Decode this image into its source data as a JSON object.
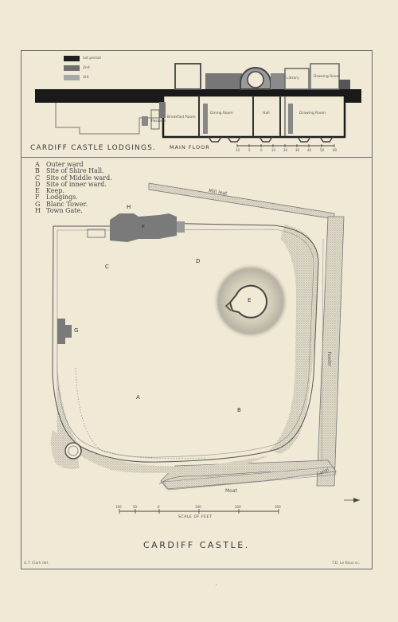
{
  "lodgings": {
    "title": "CARDIFF CASTLE LODGINGS.",
    "floor_label": "MAIN FLOOR",
    "key": [
      "1st period",
      "2nd",
      "3rd"
    ],
    "rooms": {
      "library": "Library",
      "drawing_room_upper": "Drawing Room",
      "breakfast_room": "Breakfast Room",
      "dining_room": "Dining Room",
      "hall": "Hall",
      "drawing_room": "Drawing Room",
      "passage": "Passage"
    },
    "scale_ticks": [
      "10",
      "5",
      "0",
      "10",
      "20",
      "30",
      "40",
      "50",
      "60"
    ]
  },
  "legend": [
    {
      "key": "A",
      "label": "Outer ward"
    },
    {
      "key": "B",
      "label": "Site of Shire Hall."
    },
    {
      "key": "C",
      "label": "Site of Middle ward."
    },
    {
      "key": "D",
      "label": "Site of inner ward."
    },
    {
      "key": "E",
      "label": "Keep."
    },
    {
      "key": "F",
      "label": "Lodgings."
    },
    {
      "key": "G",
      "label": "Blanc Tower."
    },
    {
      "key": "H",
      "label": "Town Gate."
    }
  ],
  "plan_letters": {
    "A": "A",
    "B": "B",
    "C": "C",
    "D": "D",
    "E": "E",
    "F": "F",
    "G": "G",
    "H": "H"
  },
  "plan_labels": {
    "mill_leat": "Mill leat",
    "moat": "Moat",
    "canal": "Canal",
    "feeder": "Feeder"
  },
  "scale": {
    "label": "SCALE OF FEET",
    "ticks": [
      "100",
      "50",
      "0",
      "100",
      "200",
      "300"
    ]
  },
  "title": "CARDIFF CASTLE.",
  "credits": {
    "left": "G.T. Clark del.",
    "right": "T.D. Le Keux sc."
  },
  "page_mark": ","
}
